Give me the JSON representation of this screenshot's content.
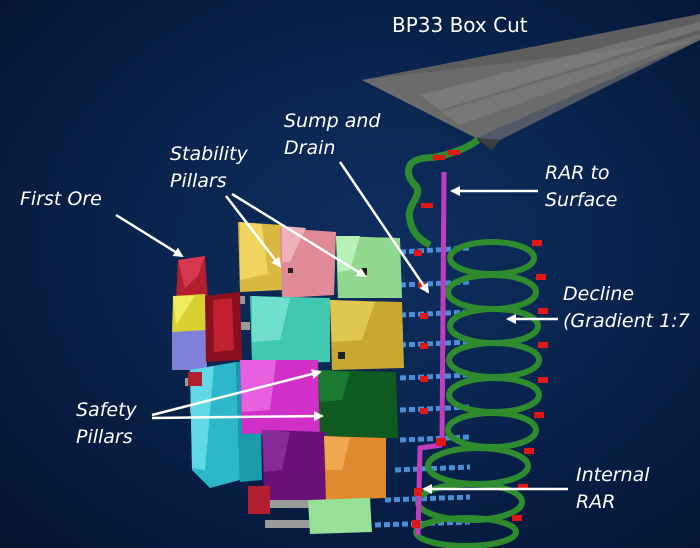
{
  "labels": {
    "box_cut": "BP33 Box Cut",
    "sump": [
      "Sump and",
      "Drain"
    ],
    "stability": [
      "Stability",
      "Pillars"
    ],
    "first_ore": "First Ore",
    "rar_surface": [
      "RAR to",
      "Surface"
    ],
    "decline": [
      "Decline",
      "(Gradient 1:7"
    ],
    "safety": [
      "Safety",
      "Pillars"
    ],
    "internal_rar": [
      "Internal",
      "RAR"
    ]
  },
  "colors": {
    "background": "#0a2550",
    "box_cut": "#6a6a6a",
    "decline_ramp": "#2e8b2e",
    "rar": "#c03cc0",
    "levels": "#4a8fd8",
    "markers": "#e01818",
    "arrows": "#ffffff"
  }
}
